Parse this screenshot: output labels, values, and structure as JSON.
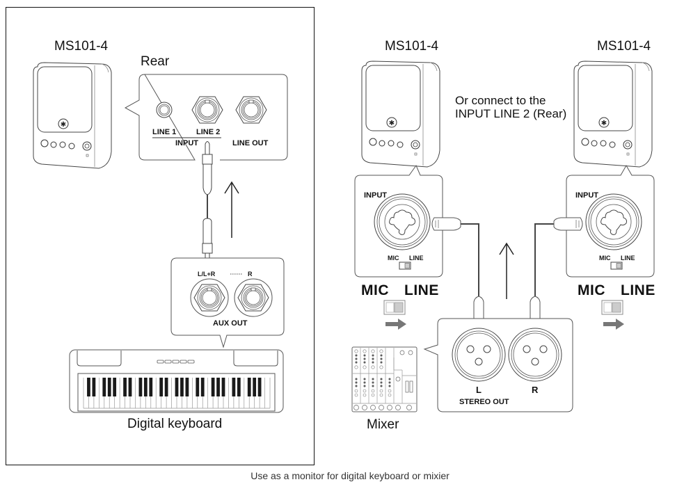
{
  "left_panel": {
    "speaker_title": "MS101-4",
    "rear_label": "Rear",
    "rear_ports": {
      "line1": "LINE 1",
      "line2": "LINE 2",
      "input": "INPUT",
      "line_out": "LINE OUT"
    },
    "aux_ports": {
      "left": "L/L+R",
      "right": "R",
      "aux_out": "AUX OUT"
    },
    "device_label": "Digital keyboard",
    "signal_direction": "up"
  },
  "right_panel": {
    "speaker_left_title": "MS101-4",
    "speaker_right_title": "MS101-4",
    "note_line1": "Or connect to the",
    "note_line2": "INPUT LINE 2 (Rear)",
    "input_label": "INPUT",
    "switch_mic": "MIC",
    "switch_line": "LINE",
    "big_mic": "MIC",
    "big_line": "LINE",
    "switch_position": "LINE",
    "stereo_out": {
      "left": "L",
      "right": "R",
      "label": "STEREO OUT"
    },
    "device_label": "Mixer",
    "signal_direction": "up"
  },
  "caption": "Use as a monitor for digital keyboard or mixier",
  "icons": {
    "speaker": "studio-monitor-speaker",
    "keyboard": "digital-keyboard",
    "mixer": "audio-mixer",
    "arrow_up": "signal-flow-arrow",
    "arrow_right": "switch-direction-arrow"
  }
}
